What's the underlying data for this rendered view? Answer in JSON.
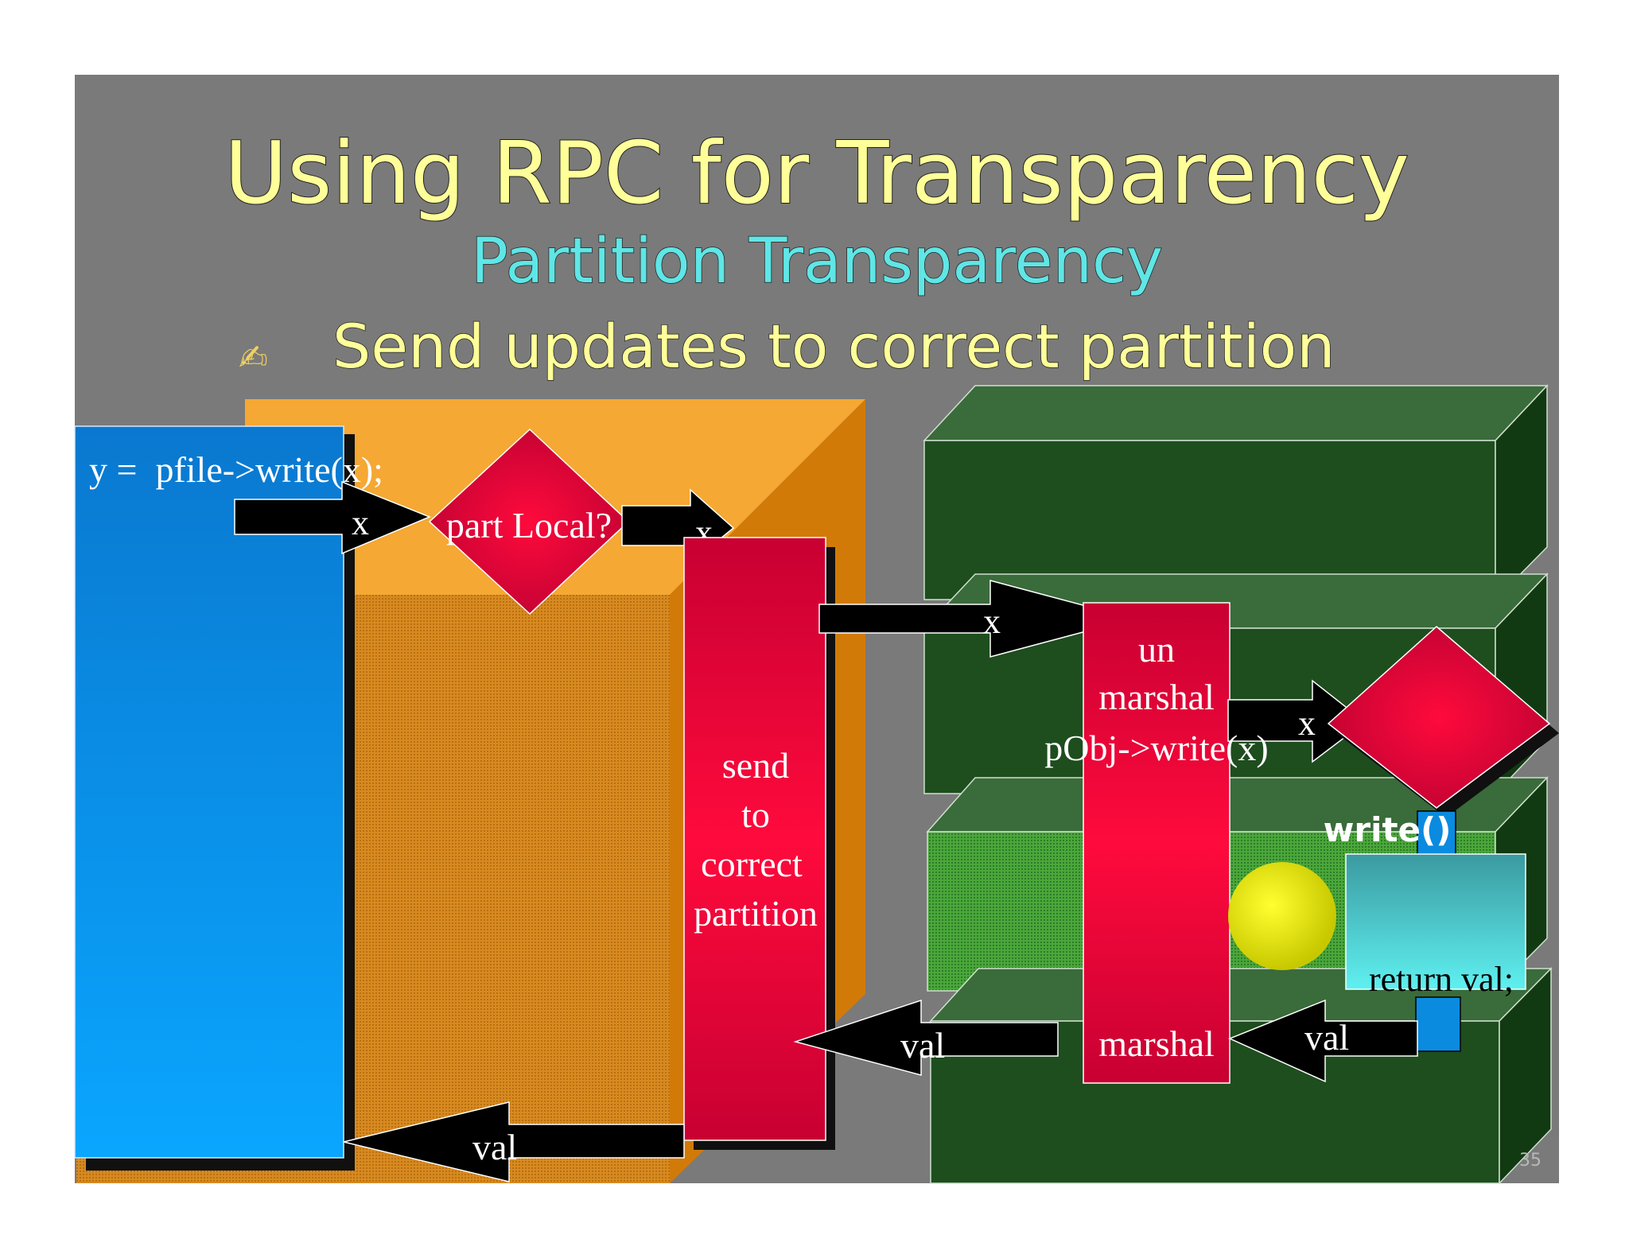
{
  "slide": {
    "title": "Using RPC for Transparency",
    "subtitle": "Partition Transparency",
    "bullet_icon": "writing-hand-icon",
    "bullet_glyph": "✍",
    "bullet_text": "Send updates to correct partition",
    "page_number": "35"
  },
  "diagram": {
    "code_line": "y =  pfile->write(x);",
    "decision_label": "part Local?",
    "send_label": [
      "send",
      "to",
      "correct",
      "partition"
    ],
    "unmarshal_label": [
      "un",
      "marshal",
      "pObj->write(x)"
    ],
    "marshal_label": "marshal",
    "write_label": "write()",
    "return_label": "return val;",
    "arrow_x": "x",
    "arrow_val": "val"
  },
  "colors": {
    "background": "#7a7a7a",
    "title": "#ffff99",
    "subtitle": "#5fe6e6",
    "client_blue": "#0a8be0",
    "orange": "#f5a033",
    "red": "#e8003a",
    "green": "#2e5f2e",
    "cyan": "#46c8cc",
    "yellow_ball": "#ffff00"
  }
}
